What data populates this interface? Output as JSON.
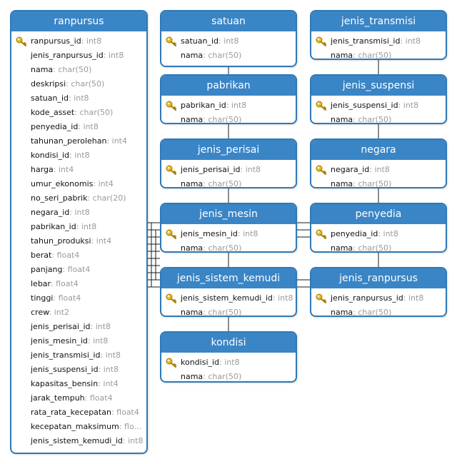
{
  "diagram": {
    "colors": {
      "header_bg": "#3a85c6",
      "border": "#2f79b7",
      "type_text": "#9a9a9a",
      "key_icon": "#e8b923"
    },
    "tables": [
      {
        "id": "ranpursus",
        "name": "ranpursus",
        "columns": [
          {
            "name": "ranpursus_id",
            "type": "int8",
            "pk": true
          },
          {
            "name": "jenis_ranpursus_id",
            "type": "int8",
            "pk": false
          },
          {
            "name": "nama",
            "type": "char(50)",
            "pk": false
          },
          {
            "name": "deskripsi",
            "type": "char(50)",
            "pk": false
          },
          {
            "name": "satuan_id",
            "type": "int8",
            "pk": false
          },
          {
            "name": "kode_asset",
            "type": "char(50)",
            "pk": false
          },
          {
            "name": "penyedia_id",
            "type": "int8",
            "pk": false
          },
          {
            "name": "tahunan_perolehan",
            "type": "int4",
            "pk": false
          },
          {
            "name": "kondisi_id",
            "type": "int8",
            "pk": false
          },
          {
            "name": "harga",
            "type": "int4",
            "pk": false
          },
          {
            "name": "umur_ekonomis",
            "type": "int4",
            "pk": false
          },
          {
            "name": "no_seri_pabrik",
            "type": "char(20)",
            "pk": false
          },
          {
            "name": "negara_id",
            "type": "int8",
            "pk": false
          },
          {
            "name": "pabrikan_id",
            "type": "int8",
            "pk": false
          },
          {
            "name": "tahun_produksi",
            "type": "int4",
            "pk": false
          },
          {
            "name": "berat",
            "type": "float4",
            "pk": false
          },
          {
            "name": "panjang",
            "type": "float4",
            "pk": false
          },
          {
            "name": "lebar",
            "type": "float4",
            "pk": false
          },
          {
            "name": "tinggi",
            "type": "float4",
            "pk": false
          },
          {
            "name": "crew",
            "type": "int2",
            "pk": false
          },
          {
            "name": "jenis_perisai_id",
            "type": "int8",
            "pk": false
          },
          {
            "name": "jenis_mesin_id",
            "type": "int8",
            "pk": false
          },
          {
            "name": "jenis_transmisi_id",
            "type": "int8",
            "pk": false
          },
          {
            "name": "jenis_suspensi_id",
            "type": "int8",
            "pk": false
          },
          {
            "name": "kapasitas_bensin",
            "type": "int4",
            "pk": false
          },
          {
            "name": "jarak_tempuh",
            "type": "float4",
            "pk": false
          },
          {
            "name": "rata_rata_kecepatan",
            "type": "float4",
            "pk": false
          },
          {
            "name": "kecepatan_maksimum",
            "type": "flo...",
            "pk": false
          },
          {
            "name": "jenis_sistem_kemudi_id",
            "type": "int8",
            "pk": false
          }
        ]
      },
      {
        "id": "satuan",
        "name": "satuan",
        "columns": [
          {
            "name": "satuan_id",
            "type": "int8",
            "pk": true
          },
          {
            "name": "nama",
            "type": "char(50)",
            "pk": false
          }
        ]
      },
      {
        "id": "pabrikan",
        "name": "pabrikan",
        "columns": [
          {
            "name": "pabrikan_id",
            "type": "int8",
            "pk": true
          },
          {
            "name": "nama",
            "type": "char(50)",
            "pk": false
          }
        ]
      },
      {
        "id": "jenis_perisai",
        "name": "jenis_perisai",
        "columns": [
          {
            "name": "jenis_perisai_id",
            "type": "int8",
            "pk": true
          },
          {
            "name": "nama",
            "type": "char(50)",
            "pk": false
          }
        ]
      },
      {
        "id": "jenis_mesin",
        "name": "jenis_mesin",
        "columns": [
          {
            "name": "jenis_mesin_id",
            "type": "int8",
            "pk": true
          },
          {
            "name": "nama",
            "type": "char(50)",
            "pk": false
          }
        ]
      },
      {
        "id": "jenis_sistem_kemudi",
        "name": "jenis_sistem_kemudi",
        "columns": [
          {
            "name": "jenis_sistem_kemudi_id",
            "type": "int8",
            "pk": true
          },
          {
            "name": "nama",
            "type": "char(50)",
            "pk": false
          }
        ]
      },
      {
        "id": "kondisi",
        "name": "kondisi",
        "columns": [
          {
            "name": "kondisi_id",
            "type": "int8",
            "pk": true
          },
          {
            "name": "nama",
            "type": "char(50)",
            "pk": false
          }
        ]
      },
      {
        "id": "jenis_transmisi",
        "name": "jenis_transmisi",
        "columns": [
          {
            "name": "jenis_transmisi_id",
            "type": "int8",
            "pk": true
          },
          {
            "name": "nama",
            "type": "char(50)",
            "pk": false
          }
        ]
      },
      {
        "id": "jenis_suspensi",
        "name": "jenis_suspensi",
        "columns": [
          {
            "name": "jenis_suspensi_id",
            "type": "int8",
            "pk": true
          },
          {
            "name": "nama",
            "type": "char(50)",
            "pk": false
          }
        ]
      },
      {
        "id": "negara",
        "name": "negara",
        "columns": [
          {
            "name": "negara_id",
            "type": "int8",
            "pk": true
          },
          {
            "name": "nama",
            "type": "char(50)",
            "pk": false
          }
        ]
      },
      {
        "id": "penyedia",
        "name": "penyedia",
        "columns": [
          {
            "name": "penyedia_id",
            "type": "int8",
            "pk": true
          },
          {
            "name": "nama",
            "type": "char(50)",
            "pk": false
          }
        ]
      },
      {
        "id": "jenis_ranpursus",
        "name": "jenis_ranpursus",
        "columns": [
          {
            "name": "jenis_ranpursus_id",
            "type": "int8",
            "pk": true
          },
          {
            "name": "nama",
            "type": "char(50)",
            "pk": false
          }
        ]
      }
    ],
    "relationships": [
      {
        "from": "ranpursus.jenis_ranpursus_id",
        "to": "jenis_ranpursus.jenis_ranpursus_id"
      },
      {
        "from": "ranpursus.satuan_id",
        "to": "satuan.satuan_id"
      },
      {
        "from": "ranpursus.penyedia_id",
        "to": "penyedia.penyedia_id"
      },
      {
        "from": "ranpursus.kondisi_id",
        "to": "kondisi.kondisi_id"
      },
      {
        "from": "ranpursus.negara_id",
        "to": "negara.negara_id"
      },
      {
        "from": "ranpursus.pabrikan_id",
        "to": "pabrikan.pabrikan_id"
      },
      {
        "from": "ranpursus.jenis_perisai_id",
        "to": "jenis_perisai.jenis_perisai_id"
      },
      {
        "from": "ranpursus.jenis_mesin_id",
        "to": "jenis_mesin.jenis_mesin_id"
      },
      {
        "from": "ranpursus.jenis_transmisi_id",
        "to": "jenis_transmisi.jenis_transmisi_id"
      },
      {
        "from": "ranpursus.jenis_suspensi_id",
        "to": "jenis_suspensi.jenis_suspensi_id"
      },
      {
        "from": "ranpursus.jenis_sistem_kemudi_id",
        "to": "jenis_sistem_kemudi.jenis_sistem_kemudi_id"
      }
    ]
  }
}
